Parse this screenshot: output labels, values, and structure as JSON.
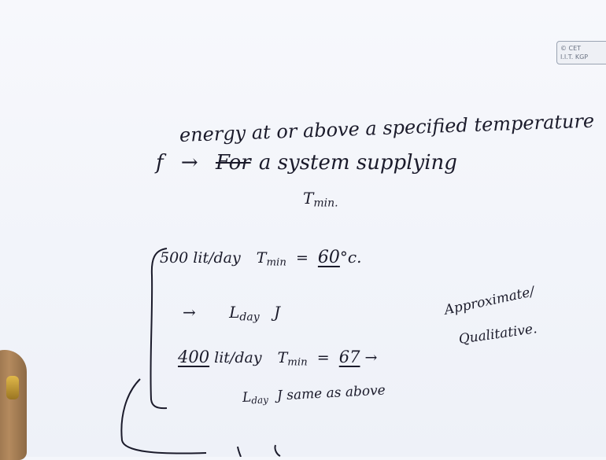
{
  "watermark": {
    "line1": "© CET",
    "line2": "I.I.T. KGP"
  },
  "lines": {
    "l1_f": "f",
    "l1_arrow": "→",
    "l1_strike": "For",
    "l1_rest": "a system supplying",
    "l2": "energy at or above a specified temperature",
    "l3_T": "T",
    "l3_sub": "min.",
    "l4_left": "500 lit/day",
    "l4_T": "T",
    "l4_sub": "min",
    "l4_eq": "=",
    "l4_val": "60",
    "l4_unit": "°c.",
    "l5_arrow": "→",
    "l5_L": "L",
    "l5_sub": "day",
    "l5_J": "J",
    "l6_val": "400",
    "l6_left": "lit/day",
    "l6_T": "T",
    "l6_sub": "min",
    "l6_eq": "=",
    "l6_num": "67",
    "l6_arrow": "→",
    "l6_note1": "Approximate/",
    "l6_note2": "Qualitative.",
    "l7_L": "L",
    "l7_sub": "day",
    "l7_rest": "J same as above"
  }
}
